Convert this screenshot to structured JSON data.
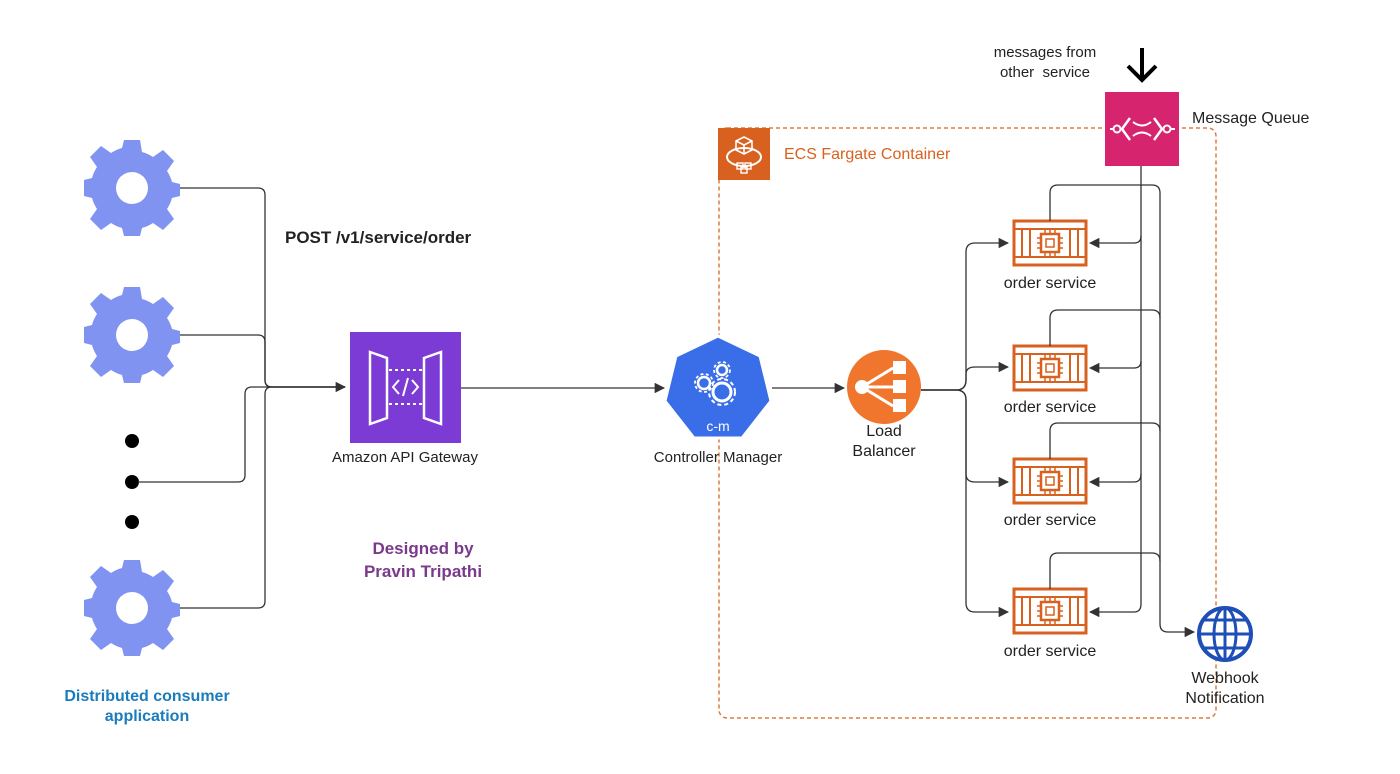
{
  "diagram": {
    "endpoint": "POST /v1/service/order",
    "credit": "Designed by\nPravin Tripathi",
    "consumer_label": "Distributed consumer\napplication",
    "api_gateway_label": "Amazon API Gateway",
    "controller_label": "Controller Manager",
    "controller_badge": "c-m",
    "load_balancer_label": "Load\nBalancer",
    "ecs_label": "ECS Fargate Container",
    "message_queue_label": "Message Queue",
    "messages_from_label": "messages from\nother  service",
    "webhook_label": "Webhook\nNotification",
    "services": [
      {
        "label": "order service"
      },
      {
        "label": "order service"
      },
      {
        "label": "order service"
      },
      {
        "label": "order service"
      }
    ]
  },
  "colors": {
    "gear": "#8093f1",
    "api_gateway": "#7d3bd6",
    "controller": "#3a6ee8",
    "load_balancer": "#f0762e",
    "ecs_orange": "#d9611f",
    "message_queue": "#d6246e",
    "webhook": "#1e4fb6",
    "credit_text": "#7a3a8c",
    "consumer_text": "#1a7bbd"
  },
  "icons": {
    "consumer": "gear-icon",
    "api_gateway": "api-gateway-icon",
    "controller": "kubernetes-controller-icon",
    "load_balancer": "load-balancer-icon",
    "ecs": "ecs-fargate-icon",
    "service": "container-chip-icon",
    "queue": "message-queue-icon",
    "webhook": "globe-icon"
  }
}
